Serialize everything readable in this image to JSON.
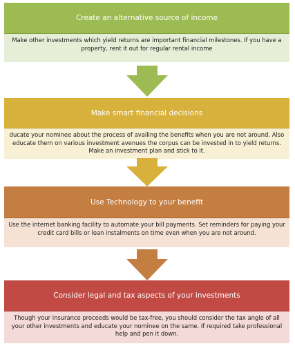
{
  "stages": [
    {
      "title": "Create an alternative source  of income",
      "body": "Make other investments which yield returns are important financial milestones. If you have a property, rent it out for regular rental income",
      "title_color": "#9cbb52",
      "body_color": "#e6eed7"
    },
    {
      "title": "Make smart financial decisions",
      "body": "ducate your nominee about the process of availing the benefits when you are not around. Also educate them on various investment avenues the corpus can be invested in to yield returns. Make an investment plan and stick to it.",
      "title_color": "#d7b13b",
      "body_color": "#f8f0d5"
    },
    {
      "title": "Use Technology to your benefit",
      "body": "Use the internet banking facility to automate your bill payments. Set reminders for paying your credit card bills or loan instalments on time even when you are not around.",
      "title_color": "#c47e42",
      "body_color": "#f6e2d4"
    },
    {
      "title": "Consider legal and tax aspects of your investments",
      "body": "Though your insurance proceeds would be tax-free, you should consider the tax angle of all your other investments and educate your nominee on the same. If required take professional help and pen it down.",
      "title_color": "#c14a45",
      "body_color": "#f4dad8"
    }
  ],
  "arrows": [
    {
      "color": "#9cbb52",
      "icon": "down-arrow-icon"
    },
    {
      "color": "#d7b13b",
      "icon": "down-arrow-icon"
    },
    {
      "color": "#c47e42",
      "icon": "down-arrow-icon"
    }
  ]
}
